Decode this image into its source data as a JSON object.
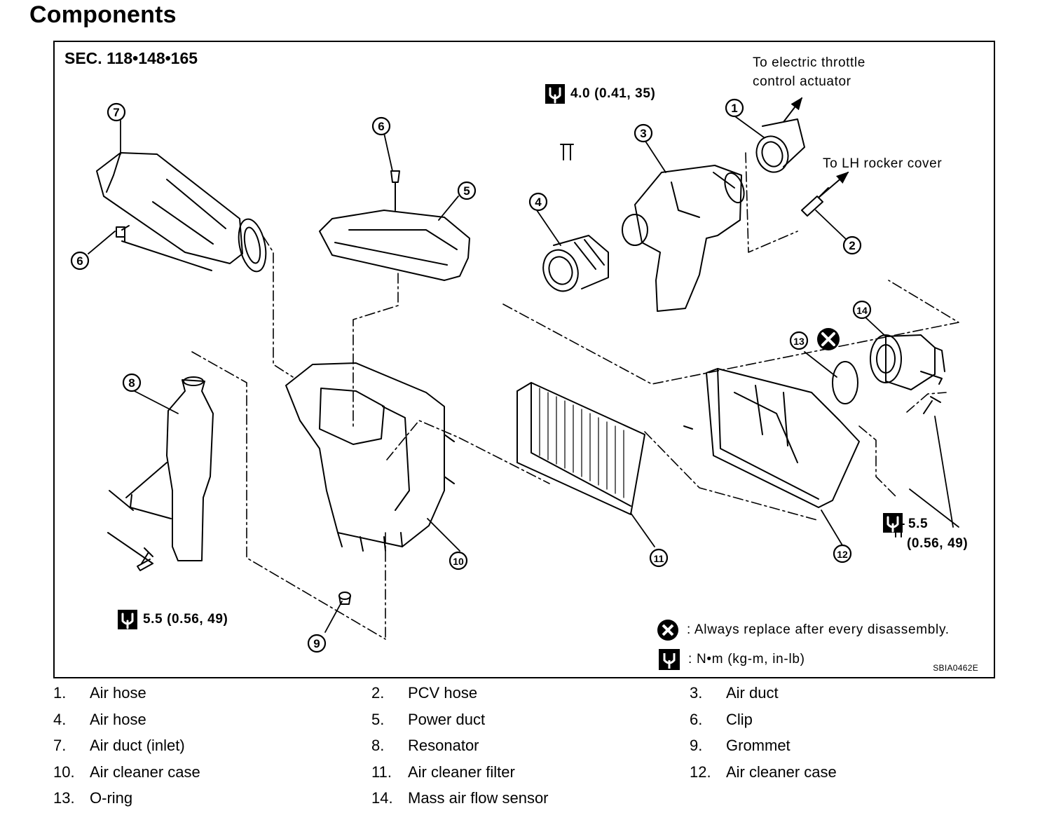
{
  "title": "Components",
  "diagram": {
    "section": "SEC. 118•148•165",
    "figure_code": "SBIA0462E",
    "callouts": {
      "throttle": "To electric throttle\ncontrol actuator",
      "rocker": "To LH rocker cover"
    },
    "torque_specs": {
      "top": "4.0 (0.41, 35)",
      "left": "5.5 (0.56, 49)",
      "right_value": "5.5",
      "right_units": "(0.56, 49)"
    },
    "legend": {
      "replace": ": Always replace after every disassembly.",
      "units": ": N•m (kg-m, in-lb)"
    },
    "markers": [
      "1",
      "2",
      "3",
      "4",
      "5",
      "6",
      "6",
      "7",
      "8",
      "9",
      "10",
      "11",
      "12",
      "13",
      "14"
    ]
  },
  "parts": [
    {
      "num": "1.",
      "name": "Air hose"
    },
    {
      "num": "2.",
      "name": "PCV hose"
    },
    {
      "num": "3.",
      "name": "Air duct"
    },
    {
      "num": "4.",
      "name": "Air hose"
    },
    {
      "num": "5.",
      "name": "Power duct"
    },
    {
      "num": "6.",
      "name": "Clip"
    },
    {
      "num": "7.",
      "name": "Air duct (inlet)"
    },
    {
      "num": "8.",
      "name": "Resonator"
    },
    {
      "num": "9.",
      "name": "Grommet"
    },
    {
      "num": "10.",
      "name": "Air cleaner case"
    },
    {
      "num": "11.",
      "name": "Air cleaner filter"
    },
    {
      "num": "12.",
      "name": "Air cleaner case"
    },
    {
      "num": "13.",
      "name": "O-ring"
    },
    {
      "num": "14.",
      "name": "Mass air flow sensor"
    }
  ],
  "icons": {
    "torque": "torque-wrench-icon",
    "replace": "replace-x-icon"
  },
  "colors": {
    "ink": "#000000",
    "paper": "#ffffff"
  }
}
